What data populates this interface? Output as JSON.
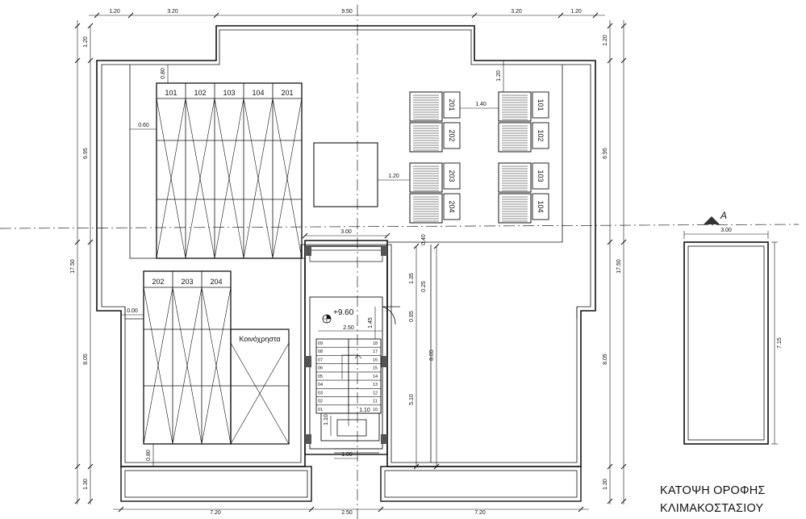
{
  "dimensions": {
    "top": [
      "1.20",
      "3.20",
      "9.50",
      "3.20",
      "1.20"
    ],
    "bottom": [
      "7.20",
      "2.50",
      "7.20"
    ],
    "left": [
      "1.20",
      "6.95",
      "17.50",
      "8.05",
      "1.30"
    ],
    "right": [
      "1.20",
      "6.95",
      "17.50",
      "8.05",
      "1.30"
    ],
    "inner": {
      "d080_top": "0.80",
      "d060": "0.60",
      "d000": "0.00",
      "d080_bottom": "0.80",
      "d120_pv": "1.20",
      "d140": "1.40",
      "d120_center": "1.20",
      "stair_width": "3.00",
      "d040": "0.40",
      "d135": "1.35",
      "d025": "0.25",
      "d095": "0.95",
      "d145": "1.45",
      "d250_stair": "2.50",
      "d805_inner": "8.05",
      "d510": "5.10",
      "d110_a": "1.10",
      "d110_b": "1.10",
      "d100": "1.00"
    },
    "section_width": "3.00",
    "section_height": "7.15"
  },
  "level_mark": "+9.60",
  "section_marker": "A",
  "panel_labels": {
    "upper": [
      "101",
      "102",
      "103",
      "104",
      "201"
    ],
    "lower": [
      "202",
      "203",
      "204"
    ]
  },
  "common_area_label": "Κοινόχρηστα",
  "tanks": {
    "left": [
      "201",
      "202",
      "203",
      "204"
    ],
    "right": [
      "101",
      "102",
      "103",
      "104"
    ]
  },
  "stair_steps_right": [
    "18",
    "17",
    "16",
    "15",
    "14",
    "13",
    "12",
    "11",
    "10"
  ],
  "stair_steps_left": [
    "09",
    "08",
    "07",
    "06",
    "05",
    "04",
    "03",
    "02",
    "01"
  ],
  "drawing_title": [
    "ΚΑΤΟΨΗ ΟΡΟΦΗΣ",
    "ΚΛΙΜΑΚΟΣΤΑΣΙΟΥ"
  ]
}
